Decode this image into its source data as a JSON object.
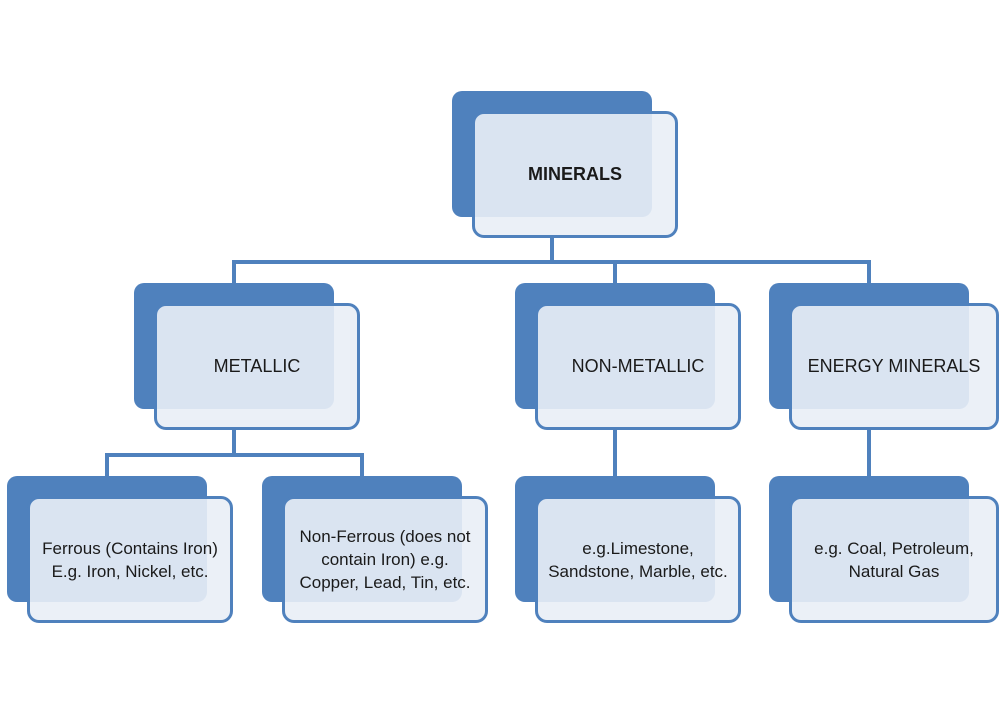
{
  "colors": {
    "accent": "#4f81bd",
    "box_fill": "#e9eef6",
    "text": "#1a1a1a",
    "background": "#ffffff"
  },
  "diagram": {
    "root": {
      "label": "MINERALS"
    },
    "categories": [
      {
        "label": "METALLIC",
        "examples": [
          {
            "label": "Ferrous (Contains Iron) E.g. Iron, Nickel, etc."
          },
          {
            "label": "Non-Ferrous (does not contain Iron) e.g. Copper, Lead, Tin, etc."
          }
        ]
      },
      {
        "label": "NON-METALLIC",
        "examples": [
          {
            "label": "e.g.Limestone, Sandstone, Marble, etc."
          }
        ]
      },
      {
        "label": "ENERGY MINERALS",
        "examples": [
          {
            "label": "e.g. Coal, Petroleum, Natural Gas"
          }
        ]
      }
    ]
  }
}
